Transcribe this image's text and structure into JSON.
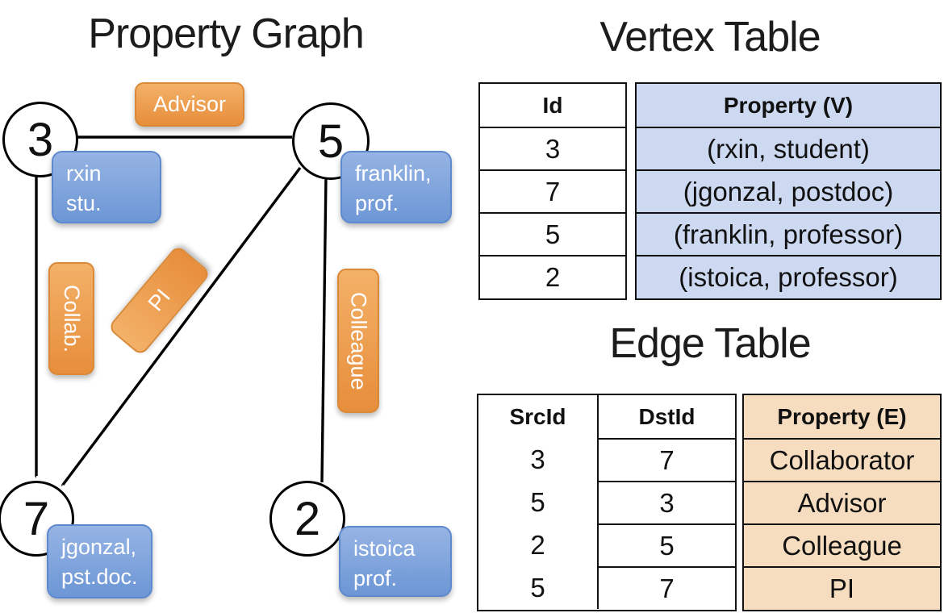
{
  "graph": {
    "title": "Property Graph",
    "nodes": [
      {
        "id": "3",
        "property": [
          "rxin",
          "stu."
        ]
      },
      {
        "id": "5",
        "property": [
          "franklin,",
          "prof."
        ]
      },
      {
        "id": "7",
        "property": [
          "jgonzal,",
          "pst.doc."
        ]
      },
      {
        "id": "2",
        "property": [
          "istoica",
          "prof."
        ]
      }
    ],
    "edges": [
      {
        "label": "Advisor",
        "src": "5",
        "dst": "3"
      },
      {
        "label": "Collab.",
        "src": "3",
        "dst": "7"
      },
      {
        "label": "PI",
        "src": "5",
        "dst": "7"
      },
      {
        "label": "Colleague",
        "src": "2",
        "dst": "5"
      }
    ]
  },
  "vertex_table": {
    "title": "Vertex Table",
    "columns": [
      "Id",
      "Property (V)"
    ],
    "rows": [
      [
        "3",
        "(rxin, student)"
      ],
      [
        "7",
        "(jgonzal, postdoc)"
      ],
      [
        "5",
        "(franklin, professor)"
      ],
      [
        "2",
        "(istoica, professor)"
      ]
    ]
  },
  "edge_table": {
    "title": "Edge Table",
    "columns": [
      "SrcId",
      "DstId",
      "Property (E)"
    ],
    "rows": [
      [
        "3",
        "7",
        "Collaborator"
      ],
      [
        "5",
        "3",
        "Advisor"
      ],
      [
        "2",
        "5",
        "Colleague"
      ],
      [
        "5",
        "7",
        "PI"
      ]
    ]
  },
  "colors": {
    "edge_label_orange": "#EC9A44",
    "vertex_label_blue": "#7FA5DB",
    "vertex_table_property_bg": "#CDD9F1",
    "edge_table_property_bg": "#F6DDC0",
    "line_black": "#000000"
  }
}
